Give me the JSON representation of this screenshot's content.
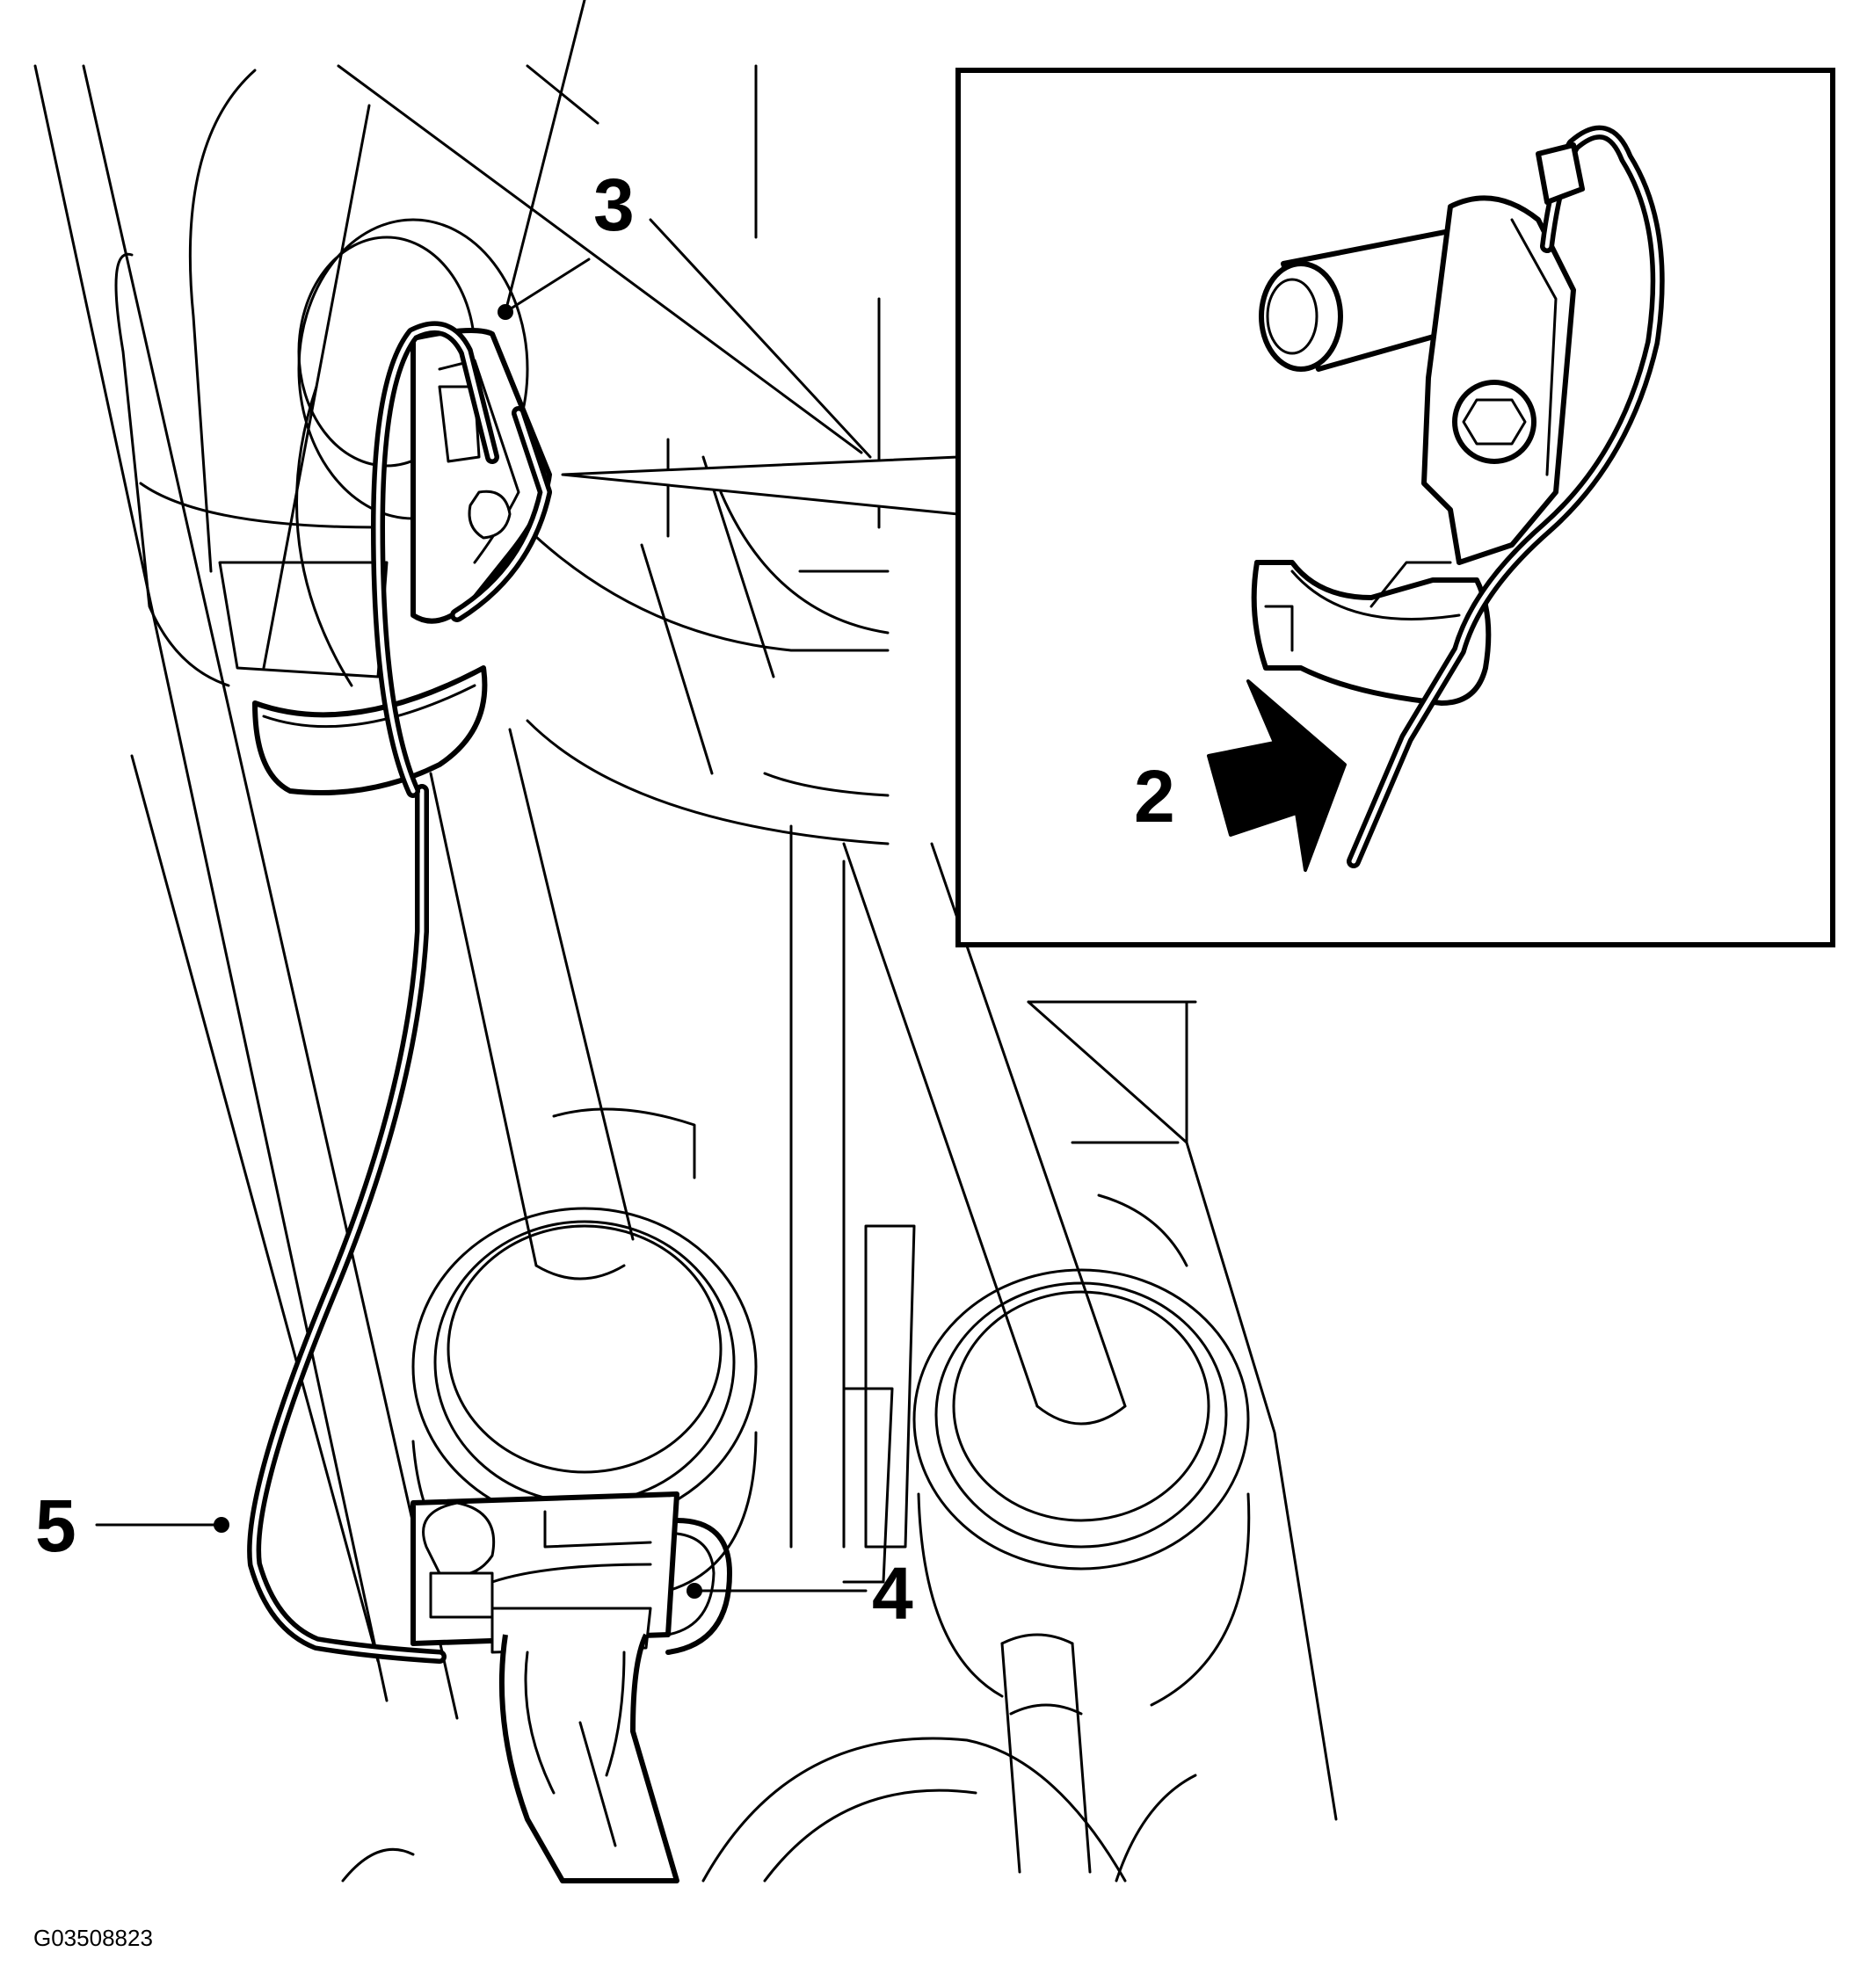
{
  "figure": {
    "code": "G03508823"
  },
  "callouts": [
    {
      "id": "callout-2",
      "label": "2"
    },
    {
      "id": "callout-3",
      "label": "3"
    },
    {
      "id": "callout-4",
      "label": "4"
    },
    {
      "id": "callout-5",
      "label": "5"
    }
  ],
  "colors": {
    "ink": "#000000",
    "paper": "#ffffff"
  }
}
